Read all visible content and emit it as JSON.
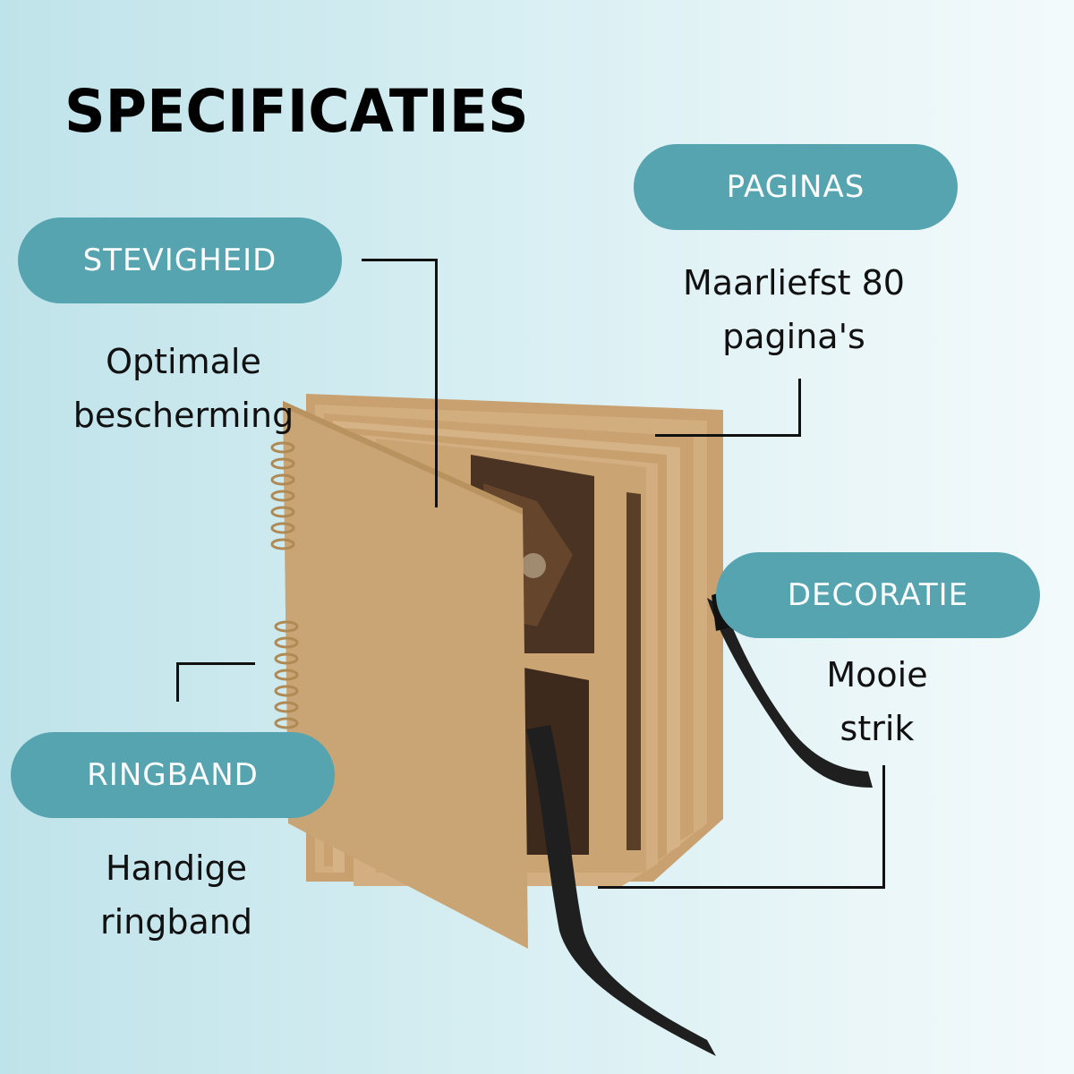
{
  "heading": "SPECIFICATIES",
  "specs": {
    "stevigheid": {
      "label": "STEVIGHEID",
      "line1": "Optimale",
      "line2": "bescherming"
    },
    "paginas": {
      "label": "PAGINAS",
      "line1": "Maarliefst 80",
      "line2": "pagina's"
    },
    "decoratie": {
      "label": "DECORATIE",
      "line1": "Mooie",
      "line2": "strik"
    },
    "ringband": {
      "label": "RINGBAND",
      "line1": "Handige",
      "line2": "ringband"
    }
  },
  "colors": {
    "pill": "#56a4b0",
    "pill_text": "#ffffff",
    "kraft": "#c9a576",
    "ribbon": "#1f1f1f"
  }
}
